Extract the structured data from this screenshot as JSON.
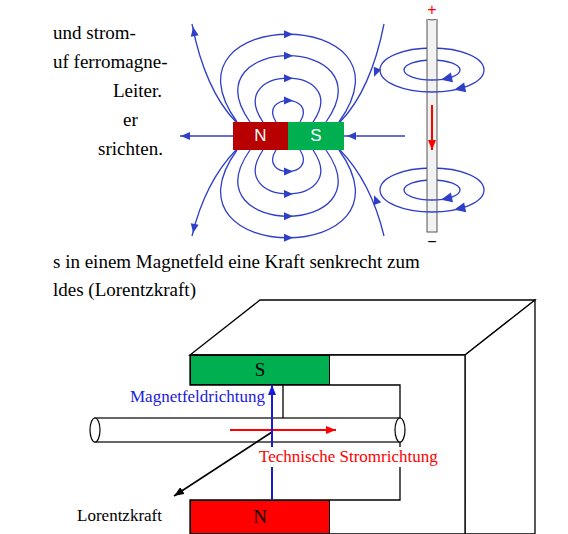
{
  "diagram": {
    "nodes": [
      {
        "text": [
          "N"
        ]
      },
      {
        "text": [
          "S"
        ]
      },
      {
        "text": [
          "S"
        ]
      },
      {
        "text": [
          "N"
        ]
      }
    ],
    "edges": [
      {
        "from": 3,
        "to": 2,
        "arrow": "to"
      }
    ],
    "labels": [
      "und strom-",
      "uf ferromagne-",
      "Leiter.",
      "er",
      "srichten.",
      "+",
      "−",
      "s in einem Magnetfeld eine Kraft senkrecht zum",
      "ldes (Lorentzkraft)",
      "Magnetfeldrichtung",
      "Technische Stromrichtung",
      "Lorentzkraft"
    ]
  }
}
